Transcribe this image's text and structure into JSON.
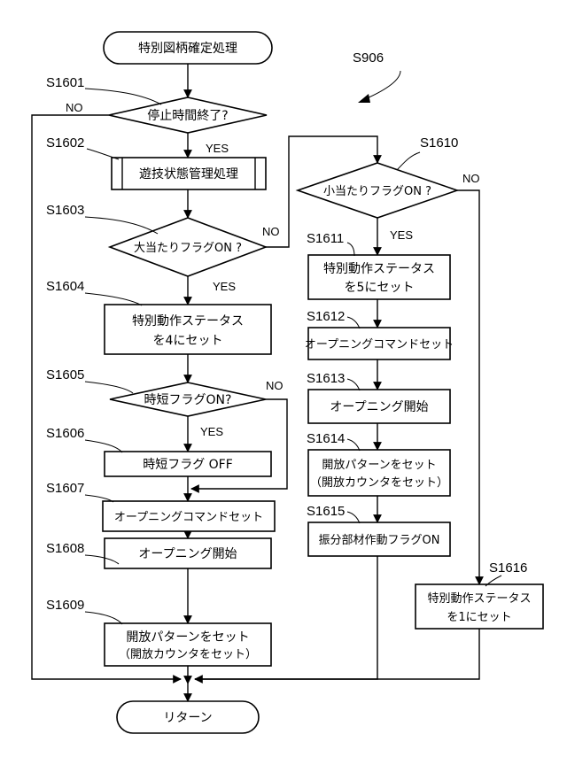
{
  "figure_label": "S906",
  "start": "特別図柄確定処理",
  "end": "リターン",
  "steps": {
    "s1601": {
      "id": "S1601",
      "text": "停止時間終了?"
    },
    "s1602": {
      "id": "S1602",
      "text": "遊技状態管理処理"
    },
    "s1603": {
      "id": "S1603",
      "text": "大当たりフラグON ?"
    },
    "s1604": {
      "id": "S1604",
      "line1": "特別動作ステータス",
      "line2": "を4にセット"
    },
    "s1605": {
      "id": "S1605",
      "text": "時短フラグON?"
    },
    "s1606": {
      "id": "S1606",
      "text": "時短フラグ OFF"
    },
    "s1607": {
      "id": "S1607",
      "text": "オープニングコマンドセット"
    },
    "s1608": {
      "id": "S1608",
      "text": "オープニング開始"
    },
    "s1609": {
      "id": "S1609",
      "line1": "開放パターンをセット",
      "line2": "（開放カウンタをセット）"
    },
    "s1610": {
      "id": "S1610",
      "text": "小当たりフラグON ?"
    },
    "s1611": {
      "id": "S1611",
      "line1": "特別動作ステータス",
      "line2": "を5にセット"
    },
    "s1612": {
      "id": "S1612",
      "text": "オープニングコマンドセット"
    },
    "s1613": {
      "id": "S1613",
      "text": "オープニング開始"
    },
    "s1614": {
      "id": "S1614",
      "line1": "開放パターンをセット",
      "line2": "（開放カウンタをセット）"
    },
    "s1615": {
      "id": "S1615",
      "text": "振分部材作動フラグON"
    },
    "s1616": {
      "id": "S1616",
      "line1": "特別動作ステータス",
      "line2": "を1にセット"
    }
  },
  "branches": {
    "yes": "YES",
    "no": "NO"
  }
}
